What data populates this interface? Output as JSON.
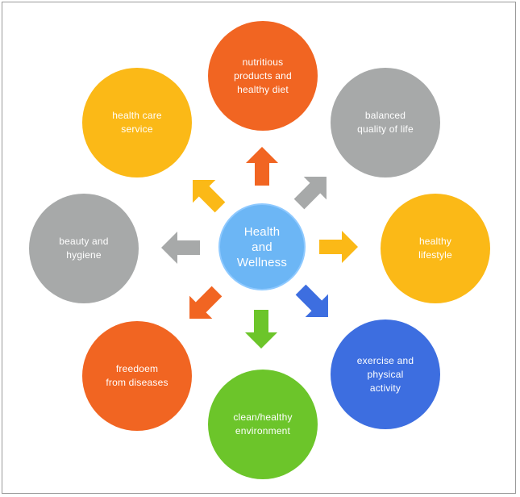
{
  "diagram": {
    "center": {
      "label": "Health\nand\nWellness",
      "color": "#6cb6f5"
    },
    "nodes": [
      {
        "id": "top",
        "label": "nutritious\nproducts and\nhealthy diet",
        "color": "#f16522"
      },
      {
        "id": "topright",
        "label": "balanced\nquality of life",
        "color": "#a7a9a9"
      },
      {
        "id": "right",
        "label": "healthy\nlifestyle",
        "color": "#fbb917"
      },
      {
        "id": "bottomright",
        "label": "exercise and\nphysical\nactivity",
        "color": "#3d6ee0"
      },
      {
        "id": "bottom",
        "label": "clean/healthy\nenvironment",
        "color": "#6cc52a"
      },
      {
        "id": "bottomleft",
        "label": "freedoem\nfrom diseases",
        "color": "#f16522"
      },
      {
        "id": "left",
        "label": "beauty and\nhygiene",
        "color": "#a7a9a9"
      },
      {
        "id": "topleft",
        "label": "health care\nservice",
        "color": "#fbb917"
      }
    ],
    "arrow_colors": {
      "top": "#f16522",
      "topright": "#a7a9a9",
      "right": "#fbb917",
      "bottomright": "#3d6ee0",
      "bottom": "#6cc52a",
      "bottomleft": "#f16522",
      "left": "#a7a9a9",
      "topleft": "#fbb917"
    }
  }
}
